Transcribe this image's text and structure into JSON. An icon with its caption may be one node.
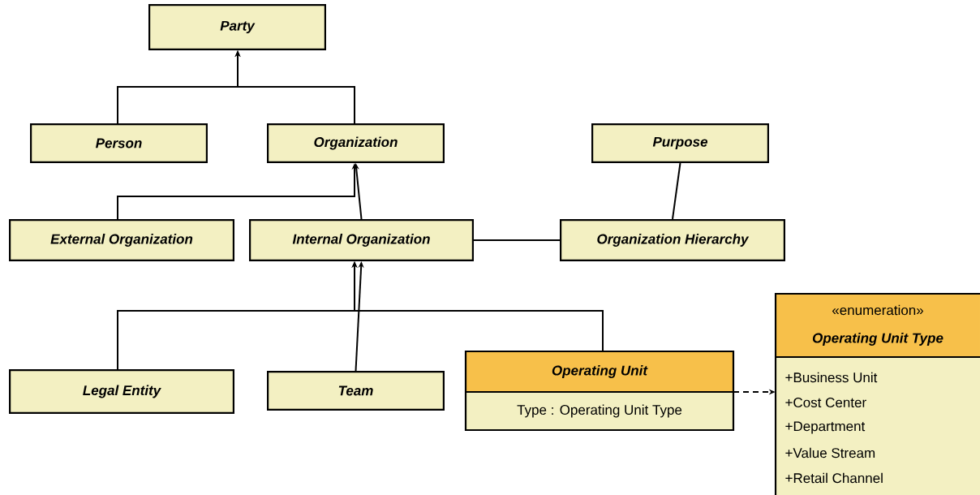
{
  "diagram": {
    "nodes": [
      {
        "text": [
          "Party"
        ]
      },
      {
        "text": [
          "Person"
        ]
      },
      {
        "text": [
          "Organization"
        ]
      },
      {
        "text": [
          "Purpose"
        ]
      },
      {
        "text": [
          "External Organization"
        ]
      },
      {
        "text": [
          "Internal Organization"
        ]
      },
      {
        "text": [
          "Organization Hierarchy"
        ]
      },
      {
        "text": [
          "Legal Entity"
        ]
      },
      {
        "text": [
          "Team"
        ]
      },
      {
        "text": [
          "Operating Unit",
          "Type : Operating Unit Type"
        ]
      },
      {
        "text": [
          "«enumeration»",
          "Operating Unit Type",
          "+Business Unit",
          "+Cost Center",
          "+Department",
          "+Value Stream",
          "+Retail Channel"
        ]
      }
    ],
    "edges": [
      {
        "from": 1,
        "to": 0,
        "arrow": "to"
      },
      {
        "from": 2,
        "to": 0,
        "arrow": "to"
      },
      {
        "from": 4,
        "to": 2,
        "arrow": "to"
      },
      {
        "from": 5,
        "to": 2,
        "arrow": "to"
      },
      {
        "from": 3,
        "to": 6,
        "arrow": "none"
      },
      {
        "from": 5,
        "to": 6,
        "arrow": "none"
      },
      {
        "from": 7,
        "to": 5,
        "arrow": "to"
      },
      {
        "from": 8,
        "to": 5,
        "arrow": "to"
      },
      {
        "from": 9,
        "to": 5,
        "arrow": "to"
      },
      {
        "from": 9,
        "to": 10,
        "arrow": "to",
        "style": "dashed"
      }
    ]
  }
}
